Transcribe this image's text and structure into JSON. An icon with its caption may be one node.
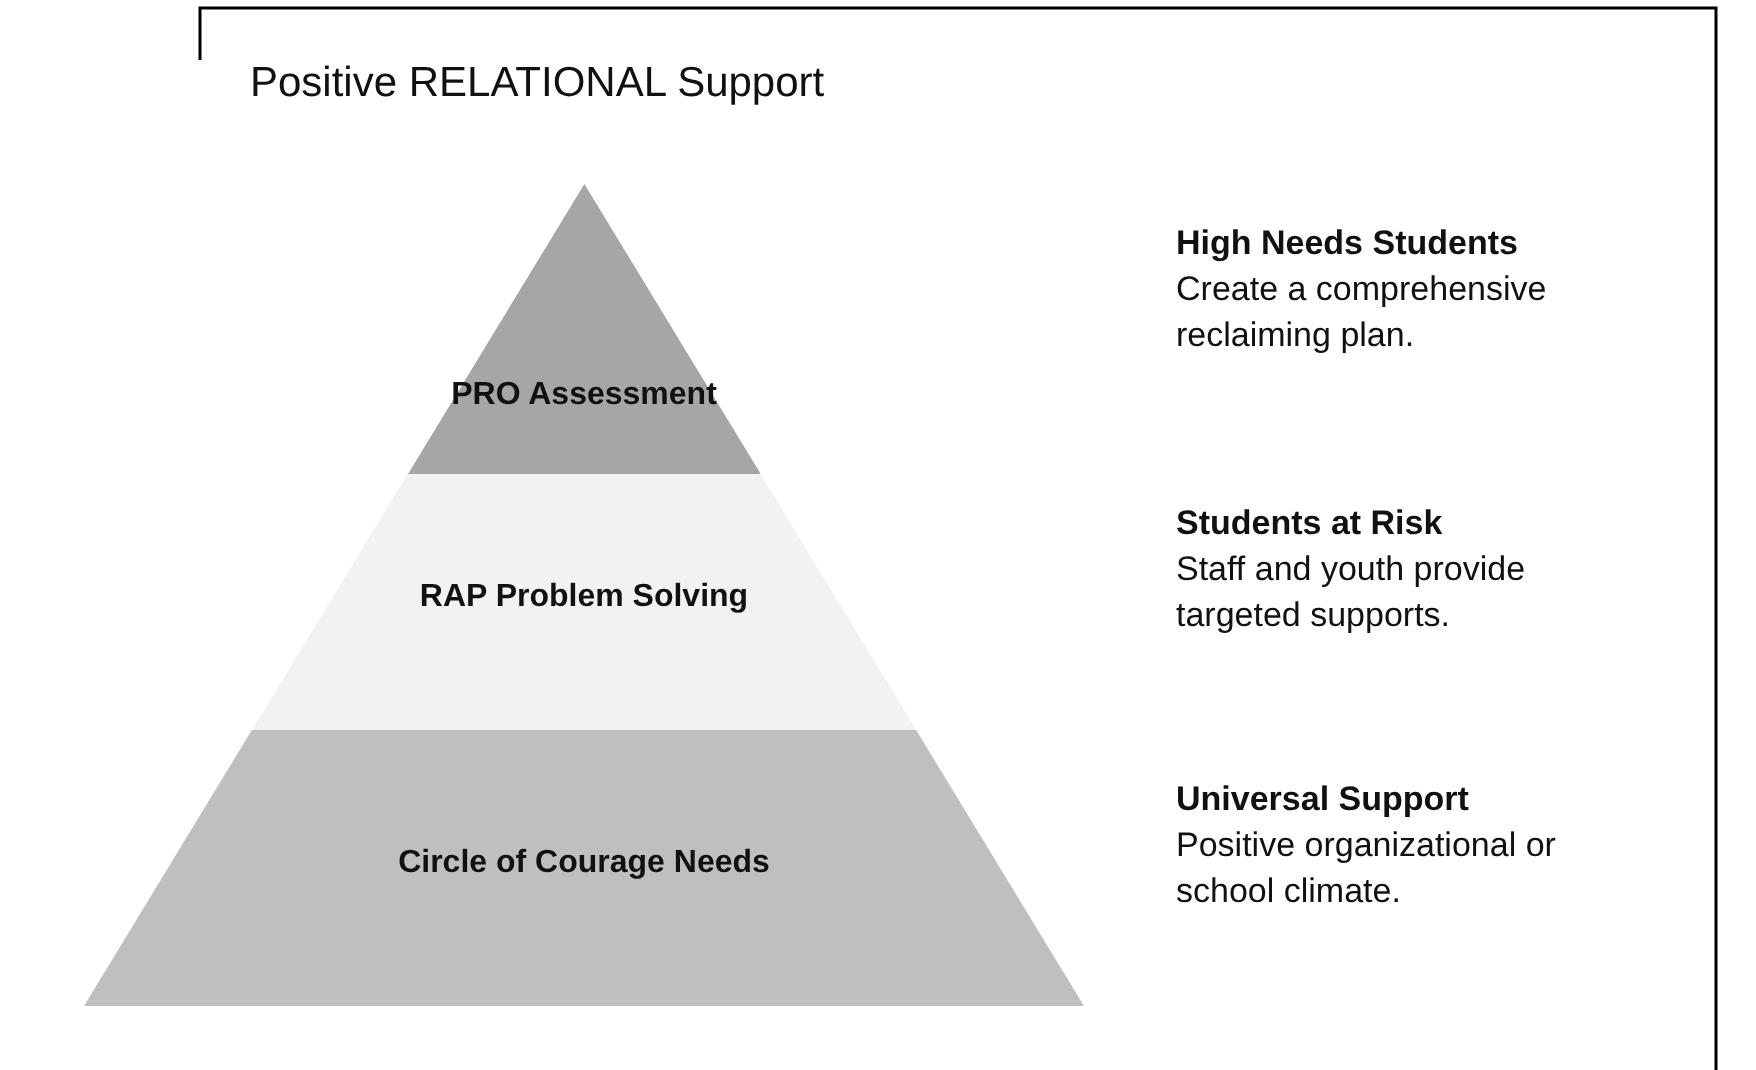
{
  "diagram": {
    "title": "Positive RELATIONAL Support",
    "nodes": [
      {
        "text": [
          "PRO Assessment"
        ],
        "beside": [
          "High Needs Students",
          "Create a comprehensive reclaiming plan."
        ]
      },
      {
        "text": [
          "RAP Problem Solving"
        ],
        "beside": [
          "Students at Risk",
          "Staff and youth provide targeted supports."
        ]
      },
      {
        "text": [
          "Circle of Courage Needs"
        ],
        "beside": [
          "Universal Support",
          "Positive organizational or school climate."
        ]
      }
    ]
  }
}
